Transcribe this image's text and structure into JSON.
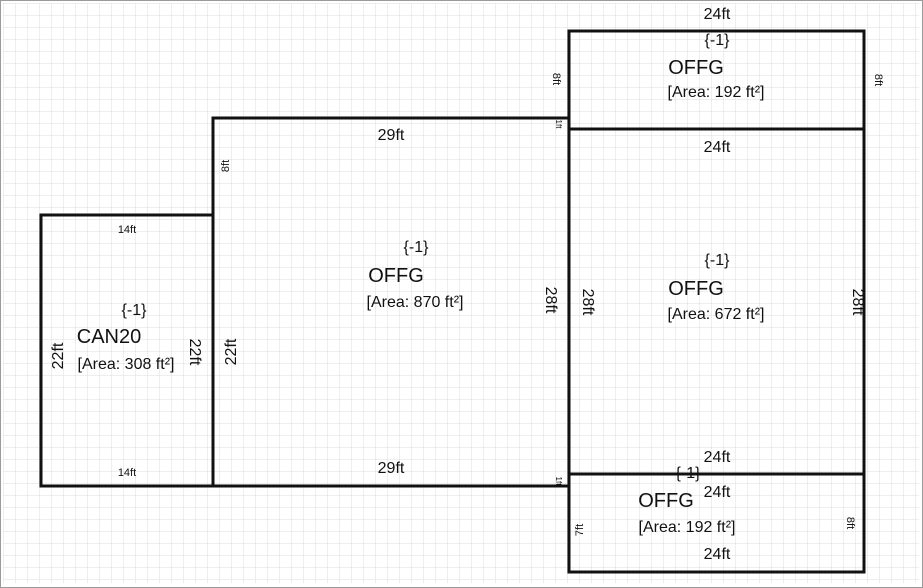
{
  "diagram": {
    "rooms": [
      {
        "id": "can20",
        "code": "{-1}",
        "name": "CAN20",
        "area": "[Area: 308 ft²]",
        "dims": {
          "top": "14ft",
          "bottom": "14ft",
          "left": "22ft",
          "right": "22ft"
        }
      },
      {
        "id": "offg-main",
        "code": "{-1}",
        "name": "OFFG",
        "area": "[Area: 870 ft²]",
        "dims": {
          "top": "29ft",
          "bottom": "29ft",
          "left": "22ft",
          "right": "28ft",
          "upper_left": "8ft",
          "small_tr": "1ft",
          "small_br": "1ft"
        }
      },
      {
        "id": "offg-top",
        "code": "{-1}",
        "name": "OFFG",
        "area": "[Area: 192 ft²]",
        "dims": {
          "top": "24ft",
          "left": "8ft",
          "right": "8ft"
        }
      },
      {
        "id": "offg-middle",
        "code": "{-1}",
        "name": "OFFG",
        "area": "[Area: 672 ft²]",
        "dims": {
          "top": "24ft",
          "bottom": "24ft",
          "left": "28ft",
          "right": "28ft"
        }
      },
      {
        "id": "offg-bottom",
        "code": "{-1}",
        "name": "OFFG",
        "area": "[Area: 192 ft²]",
        "dims": {
          "top": "24ft",
          "bottom": "24ft",
          "left": "7ft",
          "right": "8ft"
        }
      }
    ]
  }
}
